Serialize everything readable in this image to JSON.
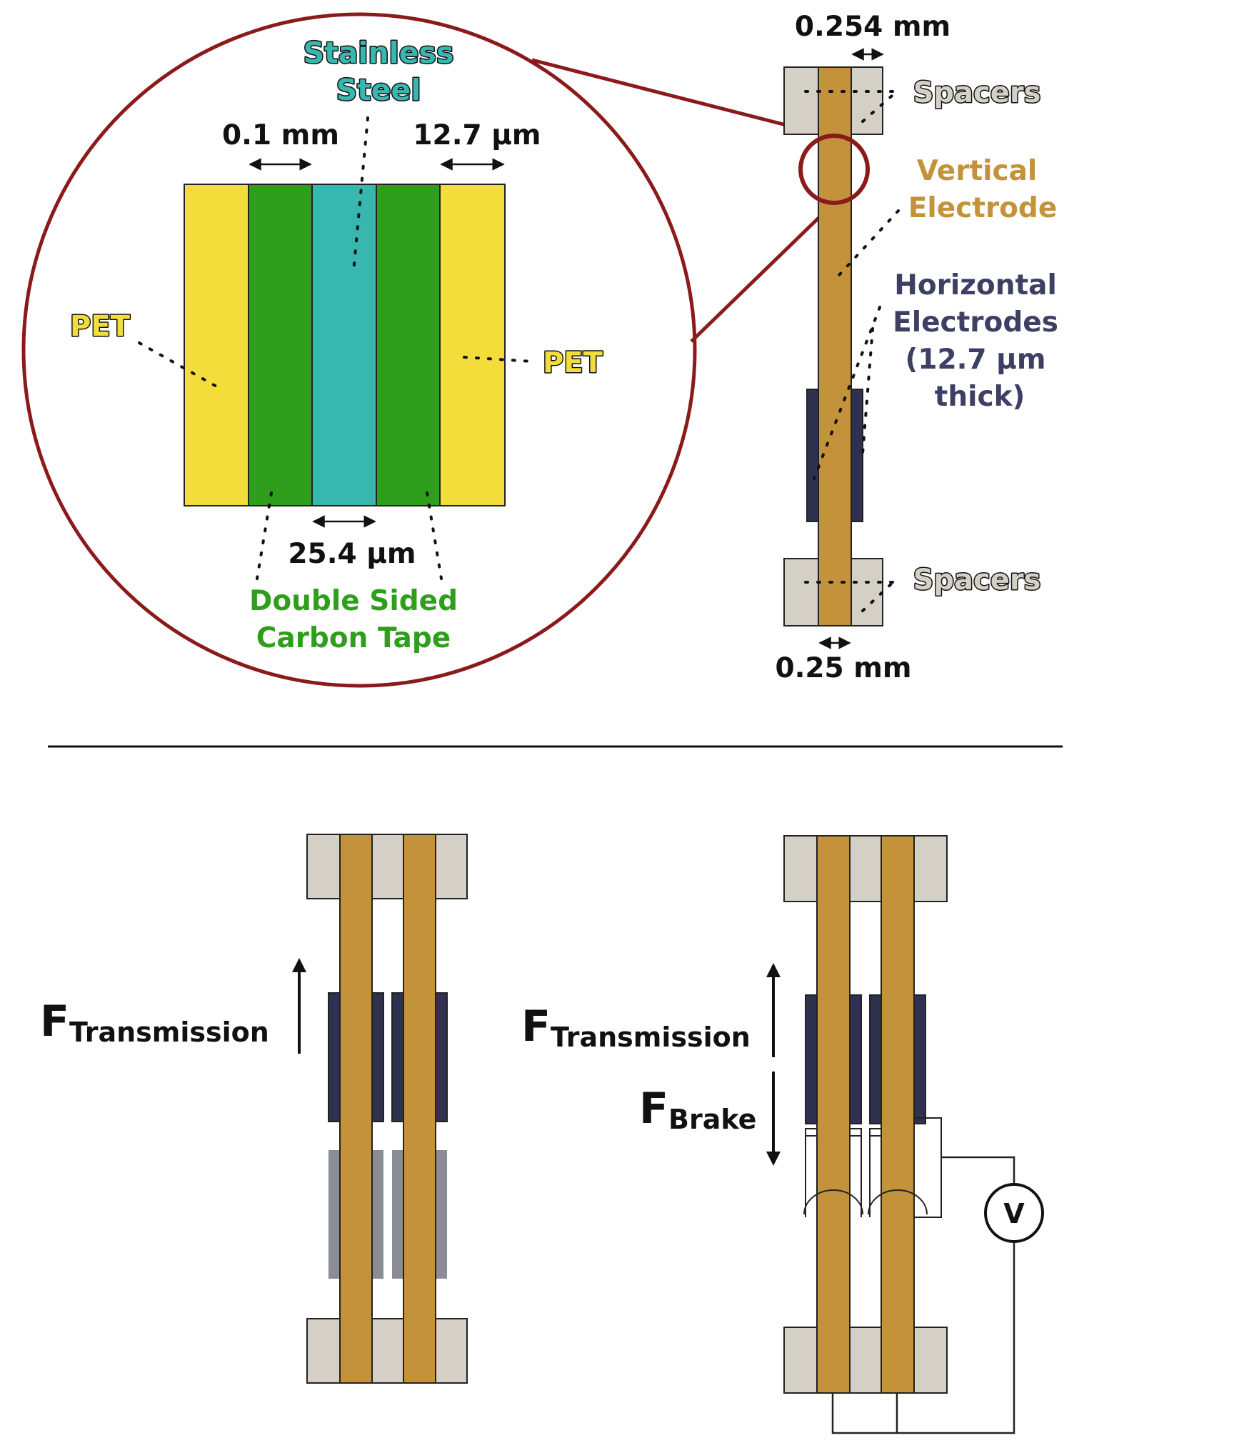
{
  "colors": {
    "pet": "#f3dd3b",
    "carbon": "#2f9e1c",
    "steel": "#38b7b1",
    "electrode": "#c4923b",
    "horizontal": "#2f3150",
    "horizontal_inactive": "#8a8d95",
    "spacer": "#d4d0c5",
    "magnifier": "#8b1a1a",
    "vertical_label": "#c4923b",
    "horizontal_label": "#3d3f63",
    "carbon_label": "#2f9e1c"
  },
  "detail": {
    "stainless_line1": "Stainless",
    "stainless_line2": "Steel",
    "dim_carbon": "0.1 mm",
    "dim_pet": "12.7 µm",
    "dim_steel": "25.4 µm",
    "pet_left": "PET",
    "pet_right": "PET",
    "carbon_line1": "Double Sided",
    "carbon_line2": "Carbon Tape"
  },
  "overview": {
    "dim_top": "0.254 mm",
    "dim_bottom": "0.25 mm",
    "spacers_top": "Spacers",
    "spacers_bottom": "Spacers",
    "vertical_line1": "Vertical",
    "vertical_line2": "Electrode",
    "horizontal_line1": "Horizontal",
    "horizontal_line2": "Electrodes",
    "horizontal_line3": "(12.7 µm",
    "horizontal_line4": "thick)"
  },
  "forces": {
    "f_symbol": "F",
    "transmission": "Transmission",
    "brake": "Brake",
    "voltmeter": "V"
  }
}
